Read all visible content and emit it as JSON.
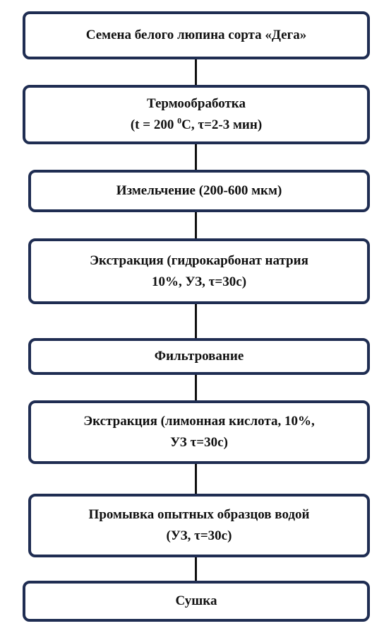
{
  "flowchart": {
    "steps": [
      {
        "line1": "Семена белого люпина сорта «Дега»"
      },
      {
        "line1": "Термообработка",
        "line2_a": "(t = 200 ",
        "line2_sup": "0",
        "line2_b": "С, τ=2-3 мин)"
      },
      {
        "line1": "Измельчение (200-600 мкм)"
      },
      {
        "line1": "Экстракция (гидрокарбонат натрия",
        "line2": "10%, УЗ, τ=30с)"
      },
      {
        "line1": "Фильтрование"
      },
      {
        "line1": "Экстракция (лимонная кислота, 10%,",
        "line2": "УЗ τ=30с)"
      },
      {
        "line1": "Промывка опытных образцов водой",
        "line2": "(УЗ, τ=30с)"
      },
      {
        "line1": "Сушка"
      }
    ],
    "colors": {
      "box_border": "#1f2d52",
      "connector": "#111111",
      "text": "#111111"
    }
  }
}
